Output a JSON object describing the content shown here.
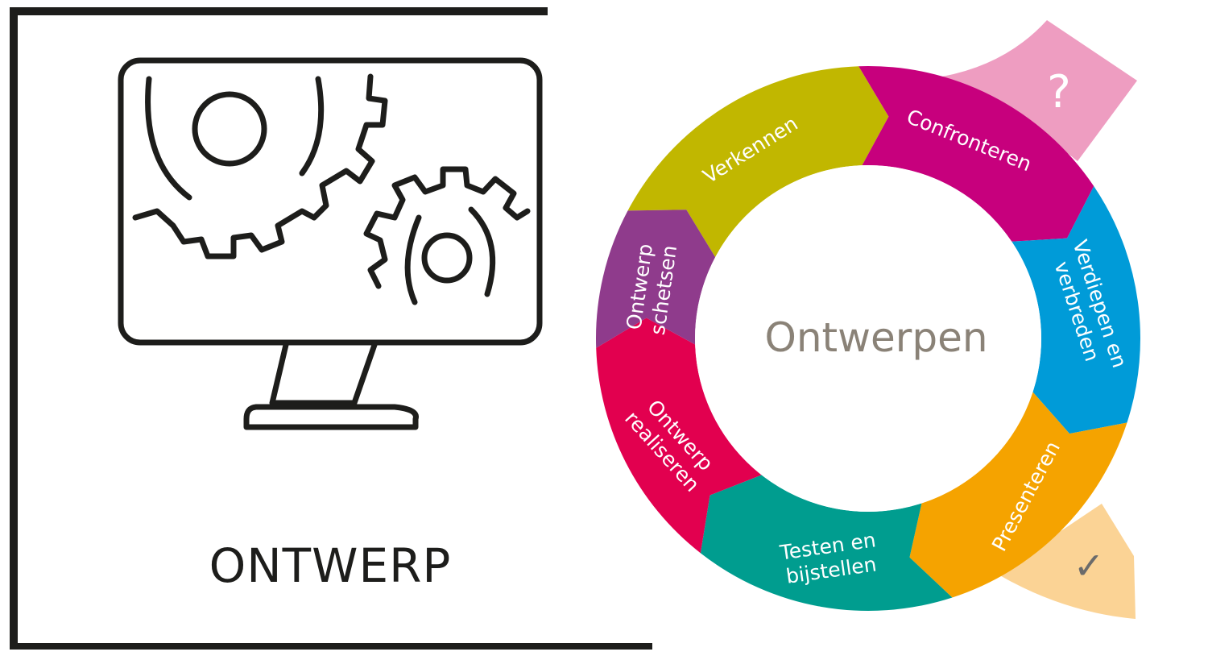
{
  "left_panel": {
    "title": "ONTWERP",
    "icon": "monitor-with-gears-icon"
  },
  "cycle": {
    "center": "Ontwerpen",
    "segments": [
      {
        "id": "verkennen",
        "lines": [
          "Verkennen"
        ],
        "color": "#c1b700"
      },
      {
        "id": "confronteren",
        "lines": [
          "Confronteren"
        ],
        "color": "#c7007d"
      },
      {
        "id": "verdiepen",
        "lines": [
          "Verdiepen en",
          "verbreden"
        ],
        "color": "#009bd8"
      },
      {
        "id": "presenteren",
        "lines": [
          "Presenteren"
        ],
        "color": "#f5a300"
      },
      {
        "id": "testen",
        "lines": [
          "Testen en",
          "bijstellen"
        ],
        "color": "#009d8f"
      },
      {
        "id": "realiseren",
        "lines": [
          "Ontwerp",
          "realiseren"
        ],
        "color": "#e2004f"
      },
      {
        "id": "schetsen",
        "lines": [
          "Ontwerp",
          "schetsen"
        ],
        "color": "#8f3b8c"
      }
    ],
    "question_tab": {
      "symbol": "?",
      "color": "#ee9dc1",
      "icon": "question-mark-icon"
    },
    "check_tab": {
      "symbol": "✓",
      "color": "#fbd395",
      "icon": "check-mark-icon"
    }
  }
}
